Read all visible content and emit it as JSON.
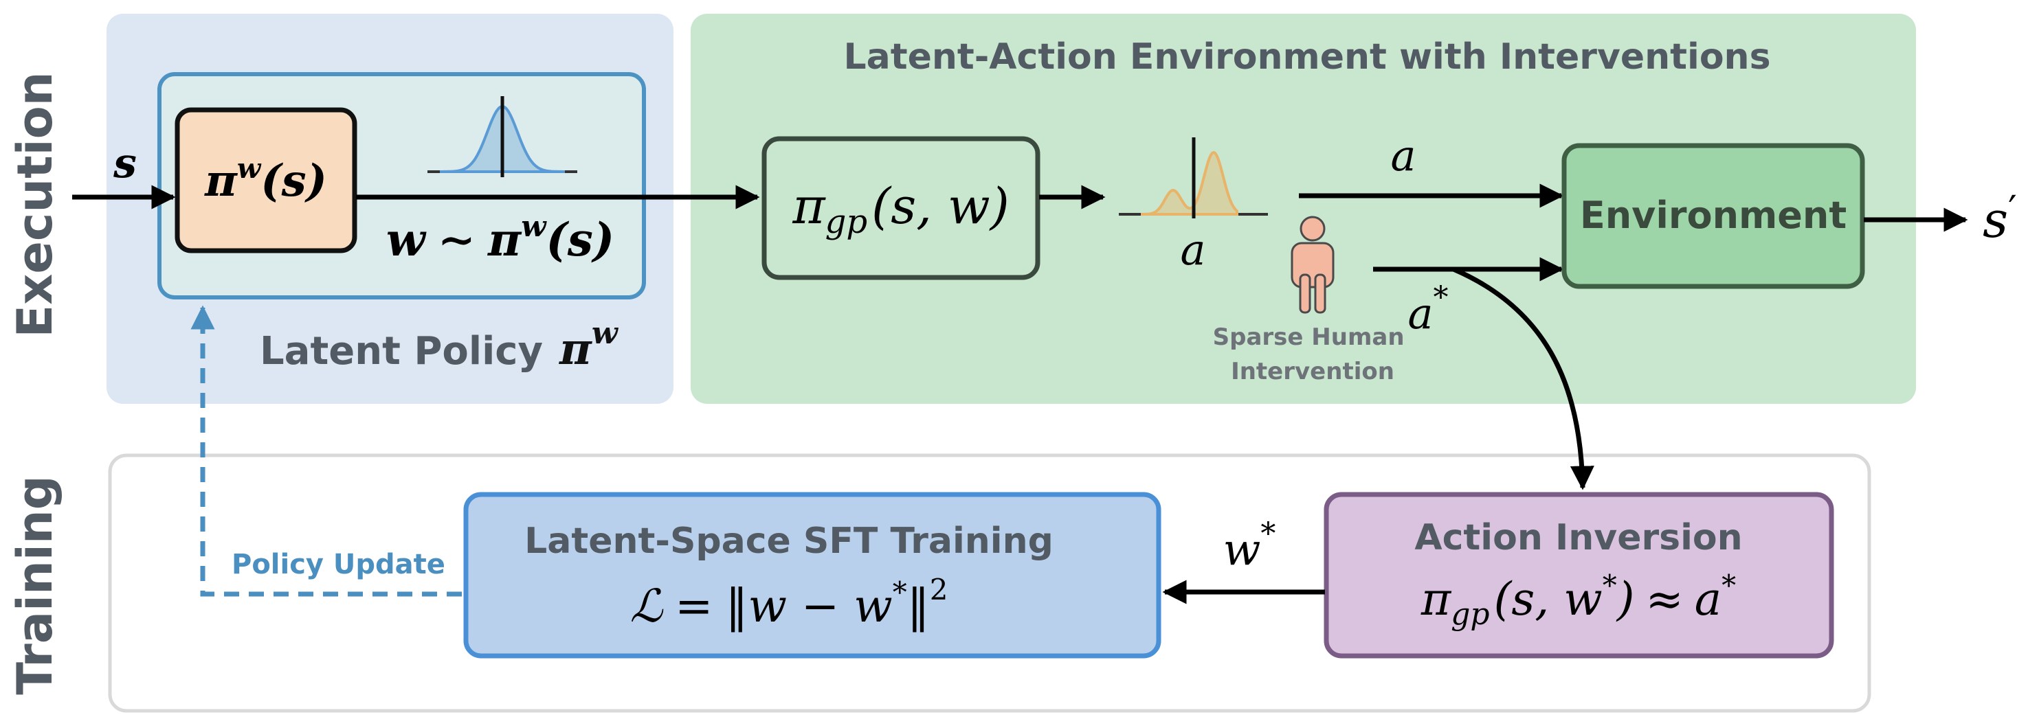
{
  "row_labels": {
    "execution": "Execution",
    "training": "Training"
  },
  "latent_policy": {
    "title_text": "Latent Policy",
    "title_symbol": "π",
    "title_symbol_sup": "w",
    "policy_box": {
      "pi": "π",
      "sup": "w",
      "arg": "(s)"
    },
    "sample_label": {
      "w": "w",
      "tilde": "∼",
      "pi": "π",
      "sup": "w",
      "arg": "(s)"
    },
    "input_state": "s"
  },
  "environment_panel": {
    "title": "Latent-Action Environment with Interventions",
    "gp_box": {
      "pi": "π",
      "sub": "gp",
      "arg": "(s, w)"
    },
    "action_dist_label": "a",
    "action_label": "a",
    "human": {
      "line1": "Sparse Human",
      "line2": "Intervention"
    },
    "intervention_action": {
      "a": "a",
      "sup": "*"
    },
    "environment_box": "Environment",
    "next_state": {
      "s": "s",
      "prime": "′"
    }
  },
  "training": {
    "sft_box": {
      "title": "Latent-Space SFT Training",
      "loss": {
        "L": "ℒ",
        "eq": "=",
        "lhs_bars": "‖",
        "expr": "w − w",
        "star": "*",
        "rhs_bars": "‖",
        "sq": "2"
      }
    },
    "inversion_box": {
      "title": "Action Inversion",
      "eq": {
        "pi": "π",
        "sub": "gp",
        "arg_open": "(s, w",
        "star1": "*",
        "arg_close": ")",
        "approx": "≈",
        "a": "a",
        "star2": "*"
      }
    },
    "w_star_label": {
      "w": "w",
      "sup": "*"
    },
    "policy_update": "Policy Update"
  },
  "colors": {
    "execution_left_bg": "#dce7f3",
    "execution_right_bg": "#c9e6cf",
    "latent_inner_bg": "#dcecec",
    "latent_inner_border": "#4c93c4",
    "policy_box_fill": "#f9dcc0",
    "gp_box_fill": "#c9e6cf",
    "environment_fill": "#9dd5a9",
    "environment_border": "#3f5f45",
    "sft_fill": "#b9d0ec",
    "sft_border": "#4a90d6",
    "inversion_fill": "#dac3df",
    "inversion_border": "#7a5c86",
    "training_border": "#d9d9d9",
    "dashed_arrow": "#4a8fc0",
    "label_grey": "#525a63",
    "human_skin": "#f4b8a0",
    "gauss_blue": "#5b9bd5",
    "gauss_orange": "#e8b46a"
  }
}
